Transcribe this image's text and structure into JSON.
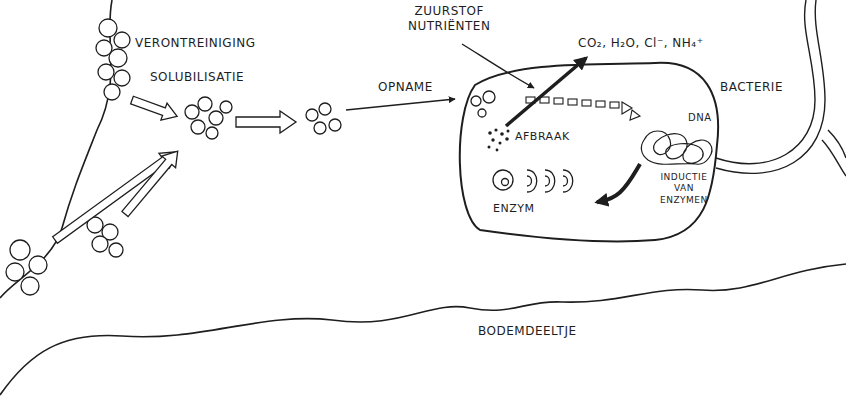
{
  "diagram": {
    "nodes": [
      {
        "text": [
          "BACTERIE"
        ]
      },
      {
        "text": [
          "DNA"
        ],
        "in": 0
      },
      {
        "text": [
          "ENZYM"
        ],
        "in": 0
      }
    ],
    "edges": [
      {
        "from": 1,
        "to": 2,
        "arrow": "to"
      }
    ],
    "labels": [
      "VERONTREINIGING",
      "SOLUBILISATIE",
      "OPNAME",
      "ZUURSTOF NUTRIËNTEN",
      "CO₂, H₂O, Cl⁻, NH₄⁺",
      "AFBRAAK",
      "INDUCTIE VAN ENZYMEN",
      "BODEMDEELTJE"
    ]
  }
}
